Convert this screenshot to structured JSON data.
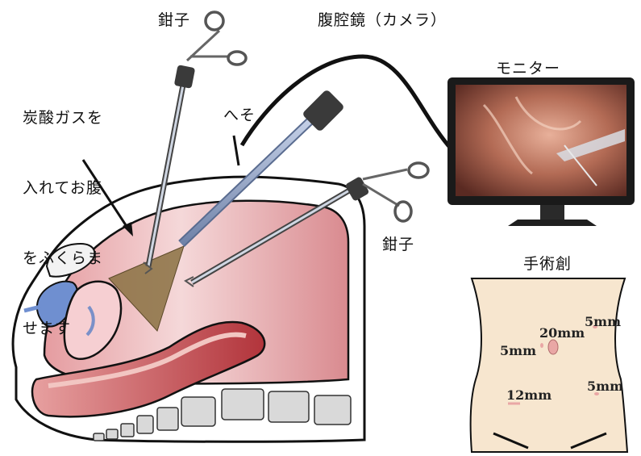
{
  "labels": {
    "forceps_top": "鉗子",
    "laparoscope": "腹腔鏡（カメラ）",
    "gas_note_lines": [
      "炭酸ガスを",
      "入れてお腹",
      "をふくらま",
      "せます"
    ],
    "navel": "へそ",
    "monitor": "モニター",
    "forceps_right": "鉗子",
    "wound_title": "手術創"
  },
  "wounds": {
    "w5_top_right": "5mm",
    "w20": "20mm",
    "w5_left": "5mm",
    "w5_right": "5mm",
    "w12": "12mm"
  },
  "colors": {
    "abdomen": "#e29a9e",
    "abdomen_light": "#f6dadb",
    "intestine": "#cc4a50",
    "skin_wound": "#f7e6cf",
    "camera_cone": "#8a7142",
    "bladder_blue": "#6f8fd0",
    "instrument_shaft": "#8ea2c4"
  }
}
